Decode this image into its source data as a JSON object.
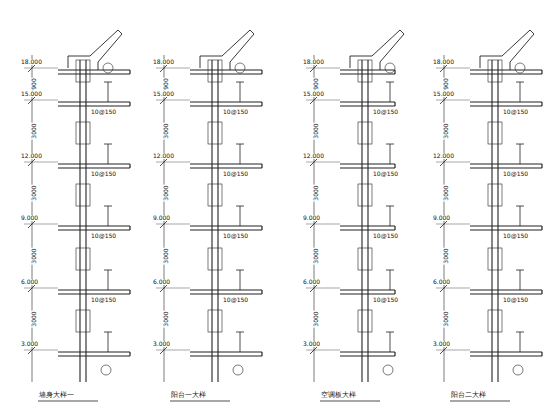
{
  "diagram": {
    "labels": [
      "18.000",
      "15.000",
      "12.000",
      "9.000",
      "6.000",
      "3.000",
      "900",
      "3000",
      "3000",
      "3000",
      "3000",
      "10@150",
      "10@150",
      "10@150",
      "10@150",
      "墙身大样一",
      "18.000",
      "15.000",
      "12.000",
      "9.000",
      "6.000",
      "3.000",
      "900",
      "3000",
      "3000",
      "3000",
      "3000",
      "10@150",
      "10@150",
      "10@150",
      "10@150",
      "阳台一大样",
      "18.000",
      "15.000",
      "12.000",
      "9.000",
      "6.000",
      "3.000",
      "900",
      "3000",
      "3000",
      "3000",
      "3000",
      "10@150",
      "10@150",
      "10@150",
      "10@150",
      "空调板大样",
      "18.000",
      "15.000",
      "12.000",
      "9.000",
      "6.000",
      "3.000",
      "900",
      "3000",
      "3000",
      "3000",
      "3000",
      "10@150",
      "10@150",
      "10@150",
      "10@150",
      "阳台二大样"
    ]
  }
}
